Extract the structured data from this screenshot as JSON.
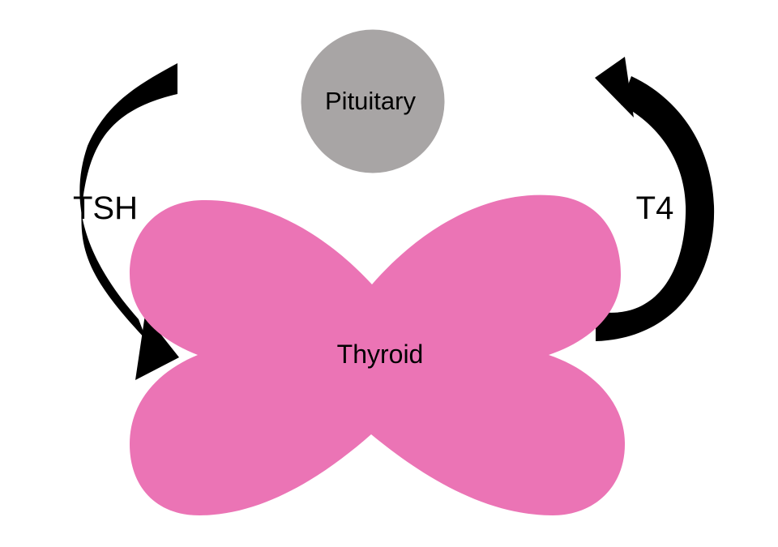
{
  "diagram": {
    "nodes": {
      "pituitary": {
        "label": "Pituitary",
        "fill": "#a8a5a5",
        "stroke": "#ffffff"
      },
      "thyroid": {
        "label": "Thyroid",
        "fill": "#eb74b5"
      }
    },
    "arrows": {
      "tsh": {
        "label": "TSH",
        "from": "Pituitary",
        "to": "Thyroid"
      },
      "t4": {
        "label": "T4",
        "from": "Thyroid",
        "to": "Pituitary"
      }
    },
    "arrow_color": "#000000"
  }
}
